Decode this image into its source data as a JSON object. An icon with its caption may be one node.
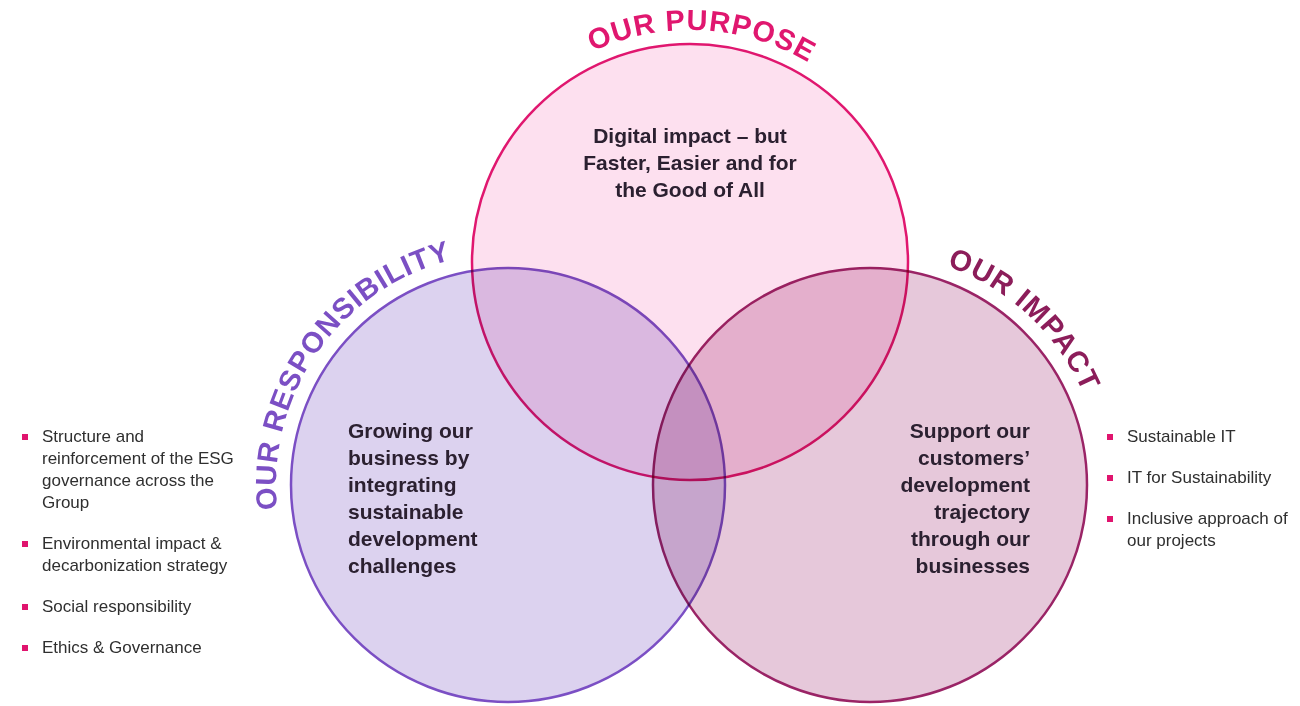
{
  "diagram": {
    "nodes": [
      {
        "text": [
          "OUR PURPOSE",
          "Digital impact – but Faster, Easier and for the Good of All"
        ]
      },
      {
        "text": [
          "OUR RESPONSIBILITY",
          "Growing our business by integrating sustainable development challenges"
        ],
        "beside": [
          "Structure and reinforcement of the ESG governance across the Group",
          "Environmental impact & decarbonization strategy",
          "Social responsibility",
          "Ethics & Governance"
        ]
      },
      {
        "text": [
          "OUR IMPACT",
          "Support our customers’ development trajectory through our businesses"
        ],
        "beside": [
          "Sustainable IT",
          "IT for Sustainability",
          "Inclusive approach of our projects"
        ]
      }
    ]
  }
}
